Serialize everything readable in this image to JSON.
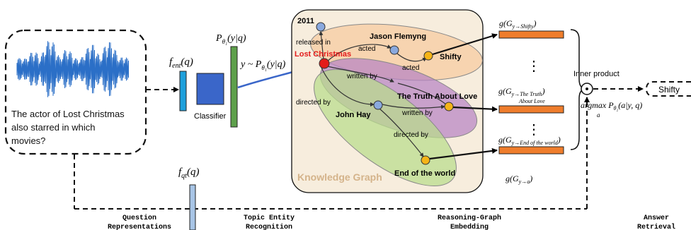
{
  "question": {
    "line1": "The actor of Lost Christmas",
    "line2": "also starred in which",
    "line3": "movies?"
  },
  "modules": {
    "f_ent": "f",
    "f_ent_sub": "ent",
    "f_ent_arg": "(q)",
    "classifier": "Classifier",
    "p_theta1": "P",
    "p_theta1_arg": "(y|q)",
    "sample": "y ~ P",
    "sample_arg": "(y|q)",
    "f_qt": "f",
    "f_qt_sub": "qt",
    "f_qt_arg": "(q)"
  },
  "knowledge_graph": {
    "label": "Knowledge Graph",
    "nodes": {
      "year": "2011",
      "lost_christmas": "Lost Christmas",
      "jason": "Jason Flemyng",
      "shifty": "Shifty",
      "truth": "The Truth About Love",
      "john": "John Hay",
      "end_world": "End of the world"
    },
    "edges": {
      "released_in": "released in",
      "acted1": "acted",
      "acted2": "acted",
      "written_by1": "written by",
      "written_by2": "written by",
      "directed_by1": "directed by",
      "directed_by2": "directed by"
    }
  },
  "embeddings": {
    "g1": "g(G",
    "g1_sub": "y→Shifty",
    "g2": "g(G",
    "g2_sub": "y→The Truth",
    "g2_sub2": "About Love",
    "g3": "g(G",
    "g3_sub": "y→End of the world",
    "g_general": "g(G",
    "g_general_sub": "y→a",
    "dots": "⋮"
  },
  "answer": {
    "inner_product": "Inner product",
    "argmax": "argmax P",
    "argmax_sub": "a",
    "argmax_arg": "(a|y, q)",
    "result": "Shifty"
  },
  "stages": {
    "s1_line1": "Question",
    "s1_line2": "Representations",
    "s2_line1": "Topic Entity",
    "s2_line2": "Recognition",
    "s3_line1": "Reasoning-Graph",
    "s3_line2": "Embedding",
    "s4_line1": "Answer",
    "s4_line2": "Retrieval"
  },
  "colors": {
    "audio": "#2b6fc7",
    "f_ent_box": "#1ea0dc",
    "classifier_box": "#3a66c9",
    "p_theta_box": "#5ea04b",
    "f_qt_box": "#a8c5e6",
    "kg_bg": "#f7eddd",
    "shifty_ellipse": "#f7cfa8",
    "truth_ellipse": "#b784c4",
    "end_ellipse": "#b8dc8a",
    "embed_bar": "#ef7d2c",
    "red_node": "#e31b1b",
    "blue_node": "#8aa9de",
    "orange_node": "#f5b418"
  }
}
